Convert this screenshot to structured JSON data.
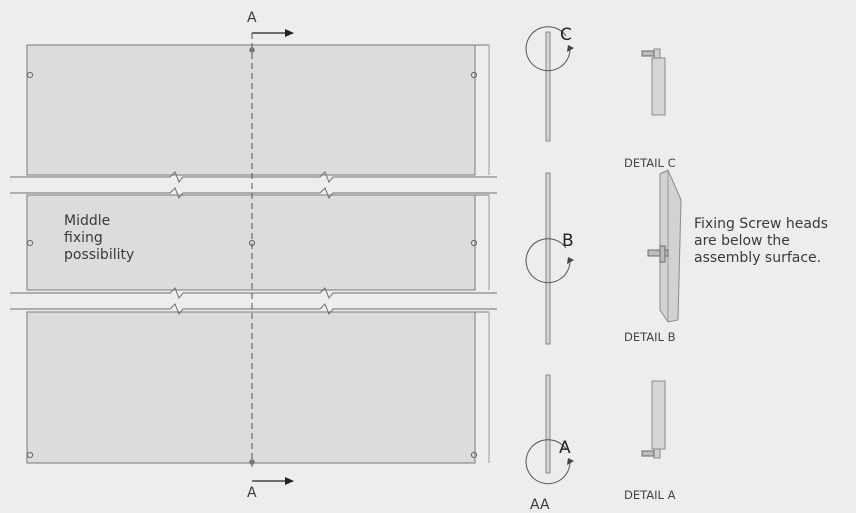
{
  "section_labels": {
    "a_top": "A",
    "a_bottom": "A",
    "aa": "AA"
  },
  "circle_labels": {
    "c": "C",
    "b": "B",
    "a": "A"
  },
  "detail_labels": {
    "c": "DETAIL C",
    "b": "DETAIL B",
    "a": "DETAIL A"
  },
  "middle_note": [
    "Middle",
    "fixing",
    "possibility"
  ],
  "screw_note": [
    "Fixing Screw heads",
    "are below the",
    "assembly surface."
  ],
  "colors": {
    "background": "#ededed",
    "panel_fill": "#dcdcdc",
    "line": "#6e6e6e"
  }
}
